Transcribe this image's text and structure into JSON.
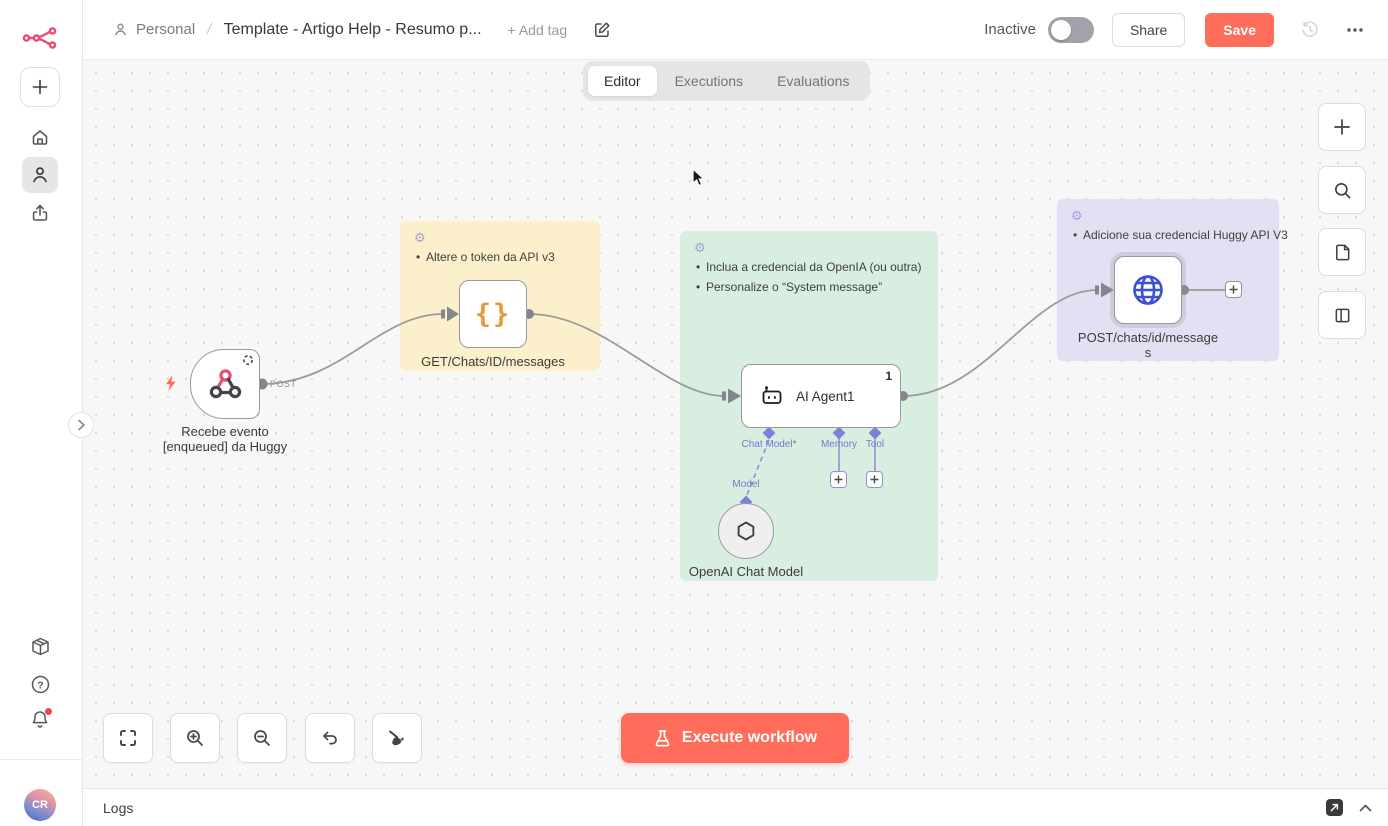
{
  "header": {
    "project": "Personal",
    "separator": "/",
    "title": "Template - Artigo Help - Resumo p...",
    "add_tag": "+ Add tag",
    "status": "Inactive",
    "share": "Share",
    "save": "Save"
  },
  "tabs": [
    {
      "label": "Editor",
      "active": true
    },
    {
      "label": "Executions",
      "active": false
    },
    {
      "label": "Evaluations",
      "active": false
    }
  ],
  "workflow": {
    "webhook": {
      "label_line1": "Recebe evento",
      "label_line2": "[enqueued] da Huggy",
      "port_label": "POST"
    },
    "http_get": {
      "icon_glyph": "{}",
      "label": "GET/Chats/ID/messages"
    },
    "ai_agent": {
      "label": "AI Agent1",
      "items_badge": "1",
      "ports": {
        "chat_model": "Chat Model",
        "required": "*",
        "memory": "Memory",
        "tool": "Tool",
        "model": "Model"
      }
    },
    "openai_model": {
      "label": "OpenAI Chat Model"
    },
    "http_post": {
      "label_line1": "POST/chats/id/message",
      "label_line2": "s"
    },
    "notes": {
      "yellow": {
        "icon": "⚙",
        "bullets": [
          "Altere o token da API v3"
        ]
      },
      "green": {
        "icon": "⚙",
        "bullets": [
          "Inclua a credencial da OpenIA (ou outra)",
          "Personalize o “System message”"
        ]
      },
      "purple": {
        "icon": "⚙",
        "bullets": [
          "Adicione sua credencial Huggy API V3"
        ]
      }
    }
  },
  "controls": {
    "execute": "Execute workflow"
  },
  "logs_panel": {
    "title": "Logs"
  },
  "user": {
    "initials": "CR"
  },
  "icons": {
    "question": "?"
  },
  "colors": {
    "accent": "#ff6d5a",
    "brand": "#ea4b71",
    "note_yellow": "#fcf0cc",
    "note_green": "#d8eee1",
    "note_purple": "#e3e0f4",
    "wire": "#9b9b9c",
    "ai_connector": "#8a8ad8"
  }
}
